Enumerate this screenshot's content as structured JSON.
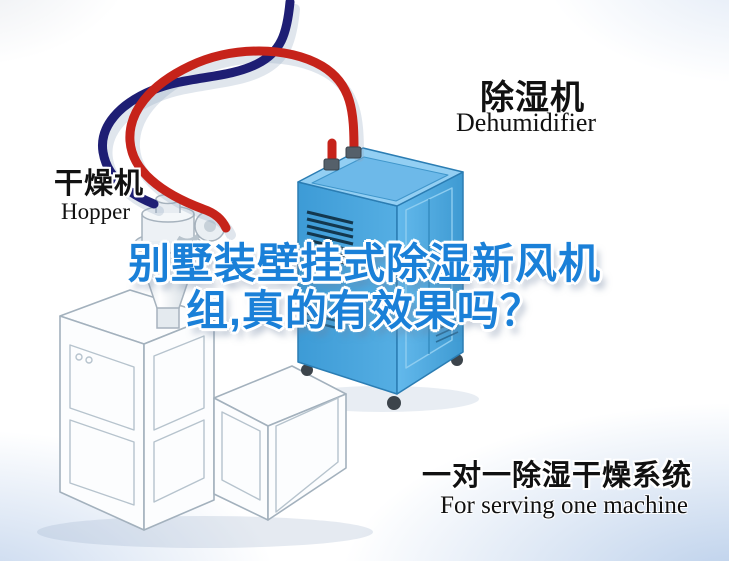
{
  "poster": {
    "title": {
      "line1": "别墅装壁挂式除湿新风机",
      "line2": "组,真的有效果吗？"
    },
    "labels": {
      "dehumidifier": {
        "cn": "除湿机",
        "en": "Dehumidifier"
      },
      "hopper": {
        "cn": "干燥机",
        "en": "Hopper"
      },
      "caption": {
        "cn": "一对一除湿干燥系统",
        "en": "For serving one machine"
      }
    },
    "colors": {
      "title_blue": "#1a80d8",
      "hose_red": "#c6231a",
      "hose_navy": "#1e1e74",
      "dehumidifier_blue": "#4aa7e0",
      "label_black": "#111111",
      "background": "#ffffff"
    },
    "components": [
      "dehumidifier-unit",
      "hopper-unit",
      "production-machine",
      "red-hose",
      "navy-hose"
    ]
  }
}
